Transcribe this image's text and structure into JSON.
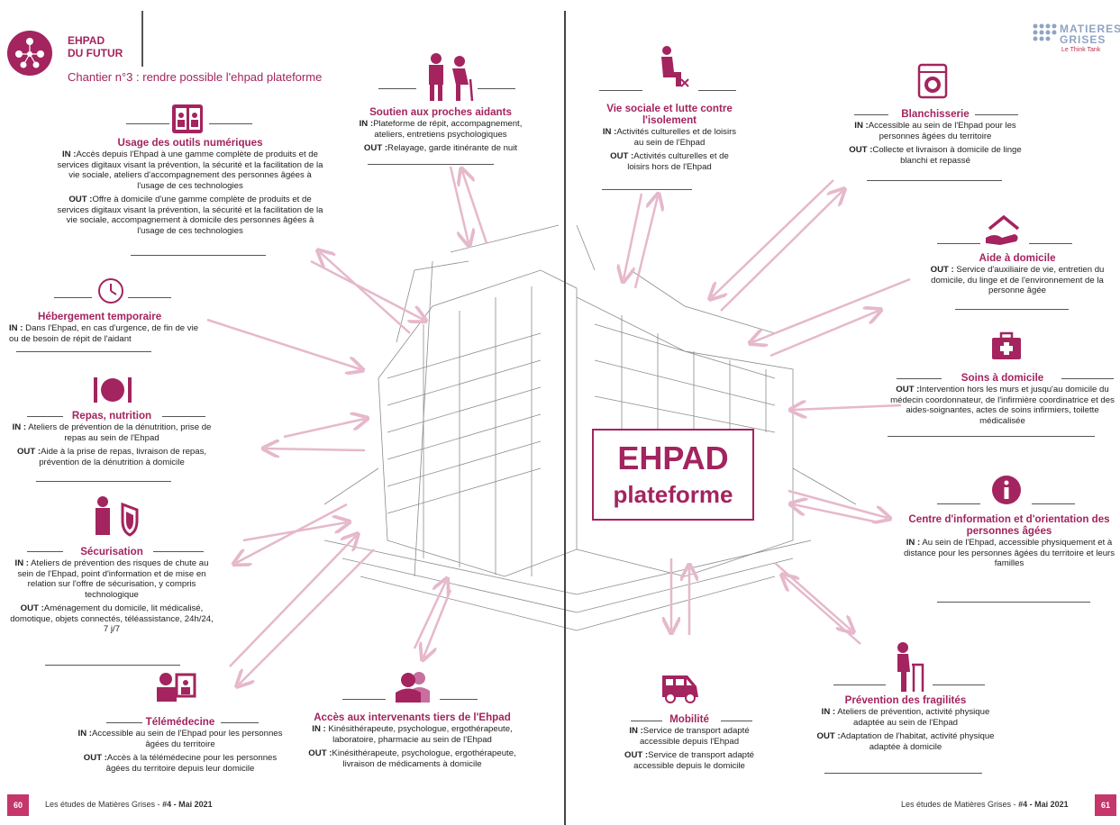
{
  "header": {
    "title_line1": "EHPAD",
    "title_line2": "DU FUTUR",
    "subtitle": "Chantier n°3 : rendre possible l'ehpad plateforme"
  },
  "brand": {
    "name_line1": "MATIERES",
    "name_line2": "GRISES",
    "tagline": "Le Think Tank"
  },
  "center": {
    "line1": "EHPAD",
    "line2": "plateforme"
  },
  "colors": {
    "accent": "#a3245e",
    "arrow": "#e6b8cb",
    "sketch": "#555555"
  },
  "blocks": {
    "numerique": {
      "title": "Usage des outils numériques",
      "in_label": "IN :",
      "in_text": "Accès depuis l'Ehpad à une gamme complète de produits et de services digitaux visant la prévention, la sécurité et la facilitation de la vie sociale, ateliers d'accompagnement des personnes âgées à l'usage de ces technologies",
      "out_label": "OUT :",
      "out_text": "Offre à domicile d'une gamme complète de produits et de services digitaux visant la prévention, la sécurité et la facilitation de la vie sociale, accompagnement à domicile des personnes âgées à l'usage de ces technologies"
    },
    "hebergement": {
      "title": "Hébergement temporaire",
      "in_label": "IN :",
      "in_text": "Dans l'Ehpad, en cas d'urgence, de fin de vie ou de besoin de répit de l'aidant"
    },
    "repas": {
      "title": "Repas, nutrition",
      "in_label": "IN :",
      "in_text": "Ateliers de prévention de la dénutrition, prise de repas au sein de l'Ehpad",
      "out_label": "OUT :",
      "out_text": "Aide à la prise de repas, livraison de repas, prévention de la dénutrition à domicile"
    },
    "securisation": {
      "title": "Sécurisation",
      "in_label": "IN :",
      "in_text": "Ateliers de prévention des risques de chute au sein de l'Ehpad, point d'information et de mise en relation sur l'offre de sécurisation, y compris technologique",
      "out_label": "OUT :",
      "out_text": "Aménagement du domicile, lit médicalisé, domotique, objets connectés, téléassistance, 24h/24, 7 j/7"
    },
    "telemedecine": {
      "title": "Télémédecine",
      "in_label": "IN :",
      "in_text": "Accessible au sein de l'Ehpad pour les personnes âgées du territoire",
      "out_label": "OUT :",
      "out_text": "Accès à la télémédecine pour les personnes âgées du territoire depuis leur domicile"
    },
    "intervenants": {
      "title": "Accès aux intervenants tiers de l'Ehpad",
      "in_label": "IN :",
      "in_text": "Kinésithérapeute, psychologue, ergothérapeute, laboratoire, pharmacie au sein de l'Ehpad",
      "out_label": "OUT :",
      "out_text": "Kinésithérapeute, psychologue, ergothérapeute, livraison de médicaments à domicile"
    },
    "aidants": {
      "title": "Soutien aux proches aidants",
      "in_label": "IN :",
      "in_text": "Plateforme de répit, accompagnement, ateliers, entretiens psychologiques",
      "out_label": "OUT :",
      "out_text": "Relayage, garde itinérante de nuit"
    },
    "vie_sociale": {
      "title": "Vie sociale et lutte contre l'isolement",
      "in_label": "IN :",
      "in_text": "Activités culturelles et de loisirs au sein de l'Ehpad",
      "out_label": "OUT :",
      "out_text": "Activités culturelles et de loisirs hors de l'Ehpad"
    },
    "blanchisserie": {
      "title": "Blanchisserie",
      "in_label": "IN :",
      "in_text": "Accessible au sein de l'Ehpad pour les personnes âgées du territoire",
      "out_label": "OUT :",
      "out_text": "Collecte et livraison à domicile de linge blanchi et repassé"
    },
    "aide_domicile": {
      "title": "Aide à domicile",
      "out_label": "OUT :",
      "out_text": "Service d'auxiliaire de vie, entretien du domicile, du linge et de l'environnement de la personne âgée"
    },
    "soins": {
      "title": "Soins à domicile",
      "out_label": "OUT :",
      "out_text": "Intervention hors les murs et jusqu'au domicile du médecin coordonnateur, de l'infirmière coordinatrice et des aides-soignantes, actes de soins infirmiers, toilette médicalisée"
    },
    "information": {
      "title": "Centre d'information et d'orientation des personnes âgées",
      "in_label": "IN :",
      "in_text": "Au sein de l'Ehpad, accessible physiquement et à distance pour les personnes âgées du territoire et leurs familles"
    },
    "prevention": {
      "title": "Prévention des fragilités",
      "in_label": "IN :",
      "in_text": "Ateliers de prévention, activité physique adaptée au sein de l'Ehpad",
      "out_label": "OUT :",
      "out_text": "Adaptation de l'habitat, activité physique adaptée à domicile"
    },
    "mobilite": {
      "title": "Mobilité",
      "in_label": "IN :",
      "in_text": "Service de transport adapté accessible depuis l'Ehpad",
      "out_label": "OUT :",
      "out_text": "Service de transport adapté accessible depuis le domicile"
    }
  },
  "footer": {
    "left_page": "60",
    "right_page": "61",
    "text": "Les études de Matières Grises - ",
    "issue": "#4 - Mai 2021"
  }
}
